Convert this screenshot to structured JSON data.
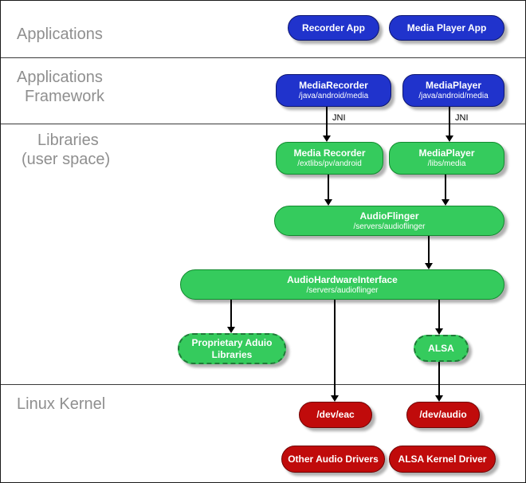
{
  "diagram": {
    "layers": {
      "applications": {
        "label": "Applications"
      },
      "applications_framework": {
        "line1": "Applications",
        "line2": "Framework"
      },
      "libraries": {
        "line1": "Libraries",
        "line2": "(user space)"
      },
      "linux_kernel": {
        "label": "Linux Kernel"
      }
    },
    "nodes": {
      "recorder_app": {
        "label": "Recorder App"
      },
      "media_player_app": {
        "label": "Media Player App"
      },
      "mediarecorder_framework": {
        "label": "MediaRecorder",
        "path": "/java/android/media"
      },
      "mediaplayer_framework": {
        "label": "MediaPlayer",
        "path": "/java/android/media"
      },
      "media_recorder_library": {
        "label": "Media Recorder",
        "path": "/extlibs/pv/android"
      },
      "mediaplayer_library": {
        "label": "MediaPlayer",
        "path": "/libs/media"
      },
      "audioflinger": {
        "label": "AudioFlinger",
        "path": "/servers/audioflinger"
      },
      "audiohardwareinterface": {
        "label": "AudioHardwareInterface",
        "path": "/servers/audioflinger"
      },
      "proprietary_audio_libraries": {
        "line1": "Proprietary Aduio",
        "line2": "Libraries"
      },
      "alsa": {
        "label": "ALSA"
      },
      "dev_eac": {
        "label": "/dev/eac"
      },
      "dev_audio": {
        "label": "/dev/audio"
      },
      "other_audio_drivers": {
        "label": "Other Audio Drivers"
      },
      "alsa_kernel_driver": {
        "label": "ALSA Kernel Driver"
      }
    },
    "annotations": {
      "jni": "JNI"
    },
    "colors": {
      "framework_blue": "#2033cc",
      "library_green": "#35cb5d",
      "kernel_red": "#c00b0b",
      "layer_label_gray": "#8f8f8f",
      "shadow_gray": "#b0b0b0"
    }
  }
}
